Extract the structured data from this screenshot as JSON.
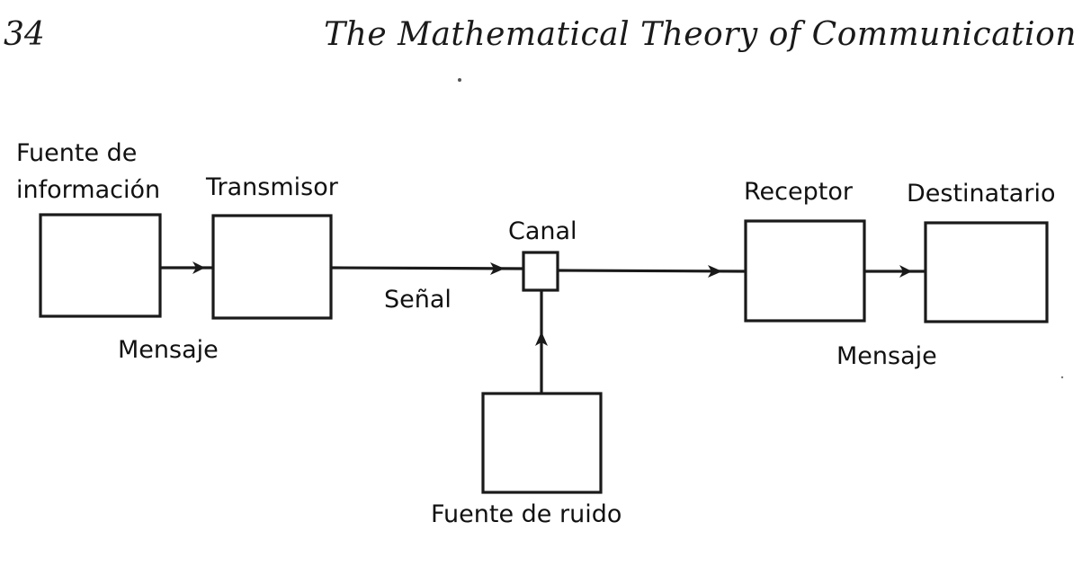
{
  "header": {
    "page_number": "34",
    "running_title": "The Mathematical Theory of Communication"
  },
  "diagram": {
    "nodes": {
      "information_source": "Fuente de información",
      "information_source_line1": "Fuente de",
      "information_source_line2": "información",
      "transmitter": "Transmisor",
      "channel": "Canal",
      "receiver": "Receptor",
      "destination": "Destinatario",
      "noise_source": "Fuente de ruido"
    },
    "edge_labels": {
      "message_in": "Mensaje",
      "signal": "Señal",
      "message_out": "Mensaje"
    },
    "edges": [
      {
        "from": "information_source",
        "to": "transmitter",
        "label": "Mensaje"
      },
      {
        "from": "transmitter",
        "to": "channel",
        "label": "Señal"
      },
      {
        "from": "noise_source",
        "to": "channel",
        "label": ""
      },
      {
        "from": "channel",
        "to": "receiver",
        "label": ""
      },
      {
        "from": "receiver",
        "to": "destination",
        "label": "Mensaje"
      }
    ]
  }
}
